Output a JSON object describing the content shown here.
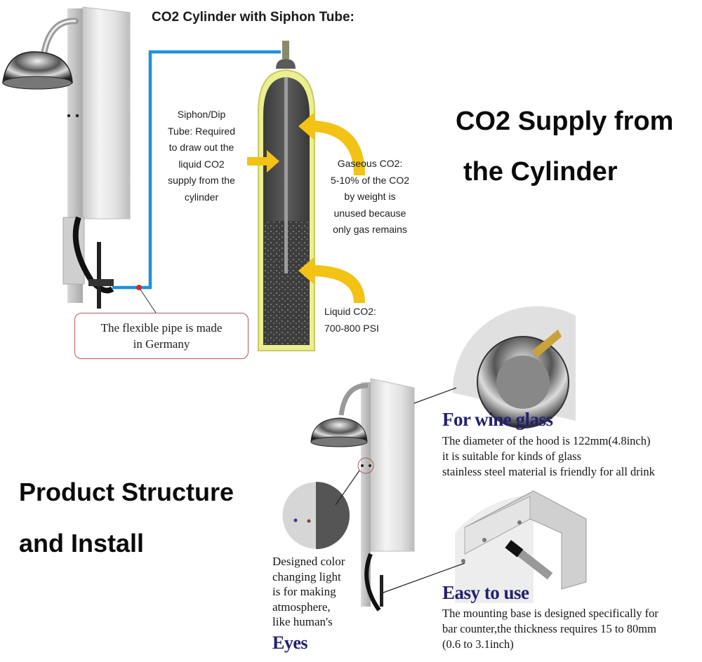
{
  "top_section": {
    "title": "CO2 Cylinder with Siphon Tube:",
    "side_heading_line1": "CO2 Supply from",
    "side_heading_line2": "the Cylinder",
    "annotations": {
      "siphon": [
        "Siphon/Dip",
        "Tube: Required",
        "to draw out the",
        "liquid CO2",
        "supply from the",
        "cylinder"
      ],
      "gaseous": [
        "Gaseous CO2:",
        "5-10% of the CO2",
        "by weight is",
        "unused because",
        "only gas remains"
      ],
      "liquid": [
        "Liquid CO2:",
        "700-800 PSI"
      ]
    },
    "pipe_callout": [
      "The flexible pipe is made",
      "in Germany"
    ]
  },
  "bottom_section": {
    "heading_line1": "Product Structure",
    "heading_line2": "and Install",
    "light_note": [
      "Designed color",
      "changing light",
      "is for making",
      "atmosphere,",
      "like human's"
    ],
    "light_heading": "Eyes",
    "wine_heading": "For wine glass",
    "wine_desc": [
      "The diameter of the hood is 122mm(4.8inch)",
      "it is suitable for kinds of glass",
      "stainless steel material is friendly for all drink"
    ],
    "easy_heading": "Easy to use",
    "easy_desc": [
      "The mounting base is designed specifically for",
      "bar counter,the thickness requires 15 to 80mm",
      "(0.6 to 3.1inch)"
    ]
  },
  "colors": {
    "tube_blue": "#1e90e0",
    "arrow_yellow": "#f2c215",
    "cylinder_outline": "#e6e98a",
    "cylinder_body": "#4a4a4a",
    "callout_border": "#b3585a",
    "heading_blue": "#232070"
  }
}
